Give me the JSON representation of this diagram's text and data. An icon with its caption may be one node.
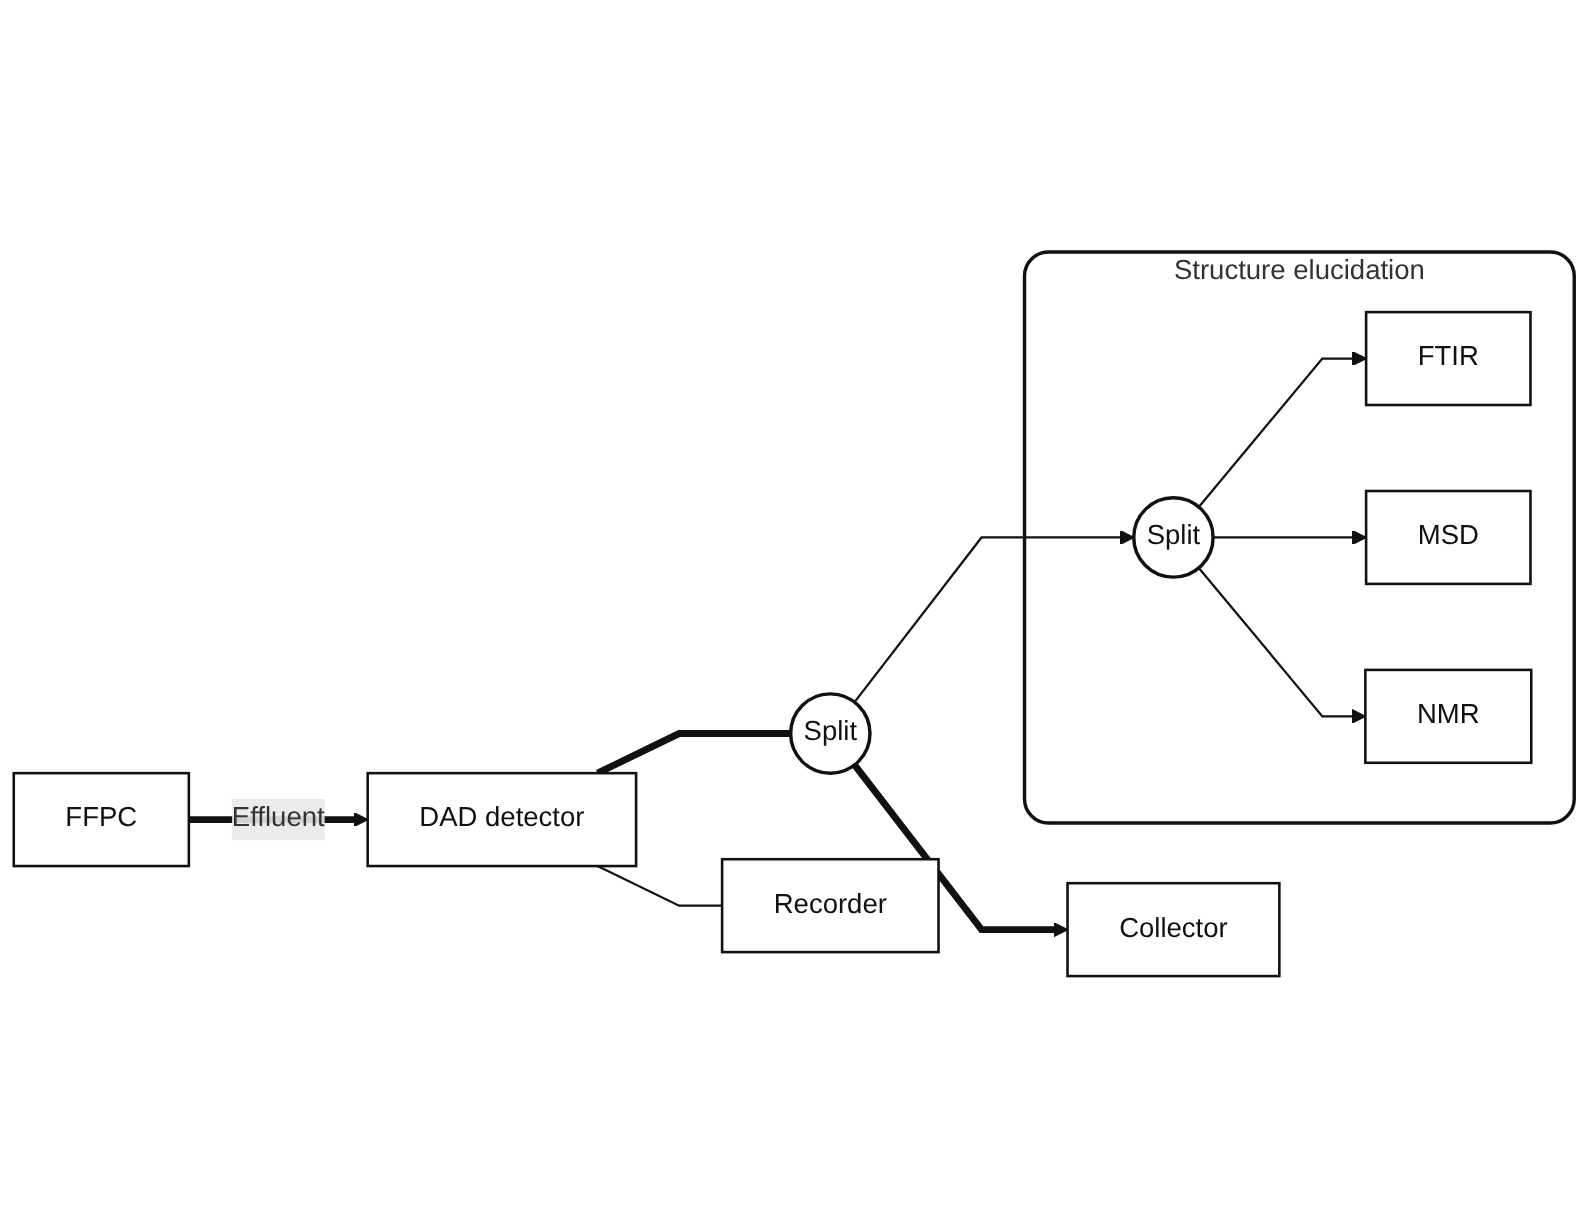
{
  "diagram": {
    "nodes": [
      {
        "text": [
          "Structure elucidation"
        ]
      },
      {
        "text": [
          "Split"
        ],
        "in": 0
      },
      {
        "text": [
          "FTIR"
        ],
        "in": 0
      },
      {
        "text": [
          "MSD"
        ],
        "in": 0
      },
      {
        "text": [
          "NMR"
        ],
        "in": 0
      },
      {
        "text": [
          "FFPC"
        ]
      },
      {
        "text": [
          "DAD detector"
        ]
      },
      {
        "text": [
          "Split"
        ]
      },
      {
        "text": [
          "Recorder"
        ]
      },
      {
        "text": [
          "Collector"
        ]
      }
    ],
    "edges": [
      {
        "from": 5,
        "to": 6,
        "arrow": "to",
        "label": "Effluent",
        "style": "thick"
      },
      {
        "from": 6,
        "to": 7,
        "arrow": "none",
        "style": "thick"
      },
      {
        "from": 6,
        "to": 8,
        "arrow": "none"
      },
      {
        "from": 7,
        "to": 1,
        "arrow": "to"
      },
      {
        "from": 7,
        "to": 9,
        "arrow": "to",
        "style": "thick"
      },
      {
        "from": 1,
        "to": 2,
        "arrow": "to"
      },
      {
        "from": 1,
        "to": 3,
        "arrow": "to"
      },
      {
        "from": 1,
        "to": 4,
        "arrow": "to"
      }
    ]
  }
}
